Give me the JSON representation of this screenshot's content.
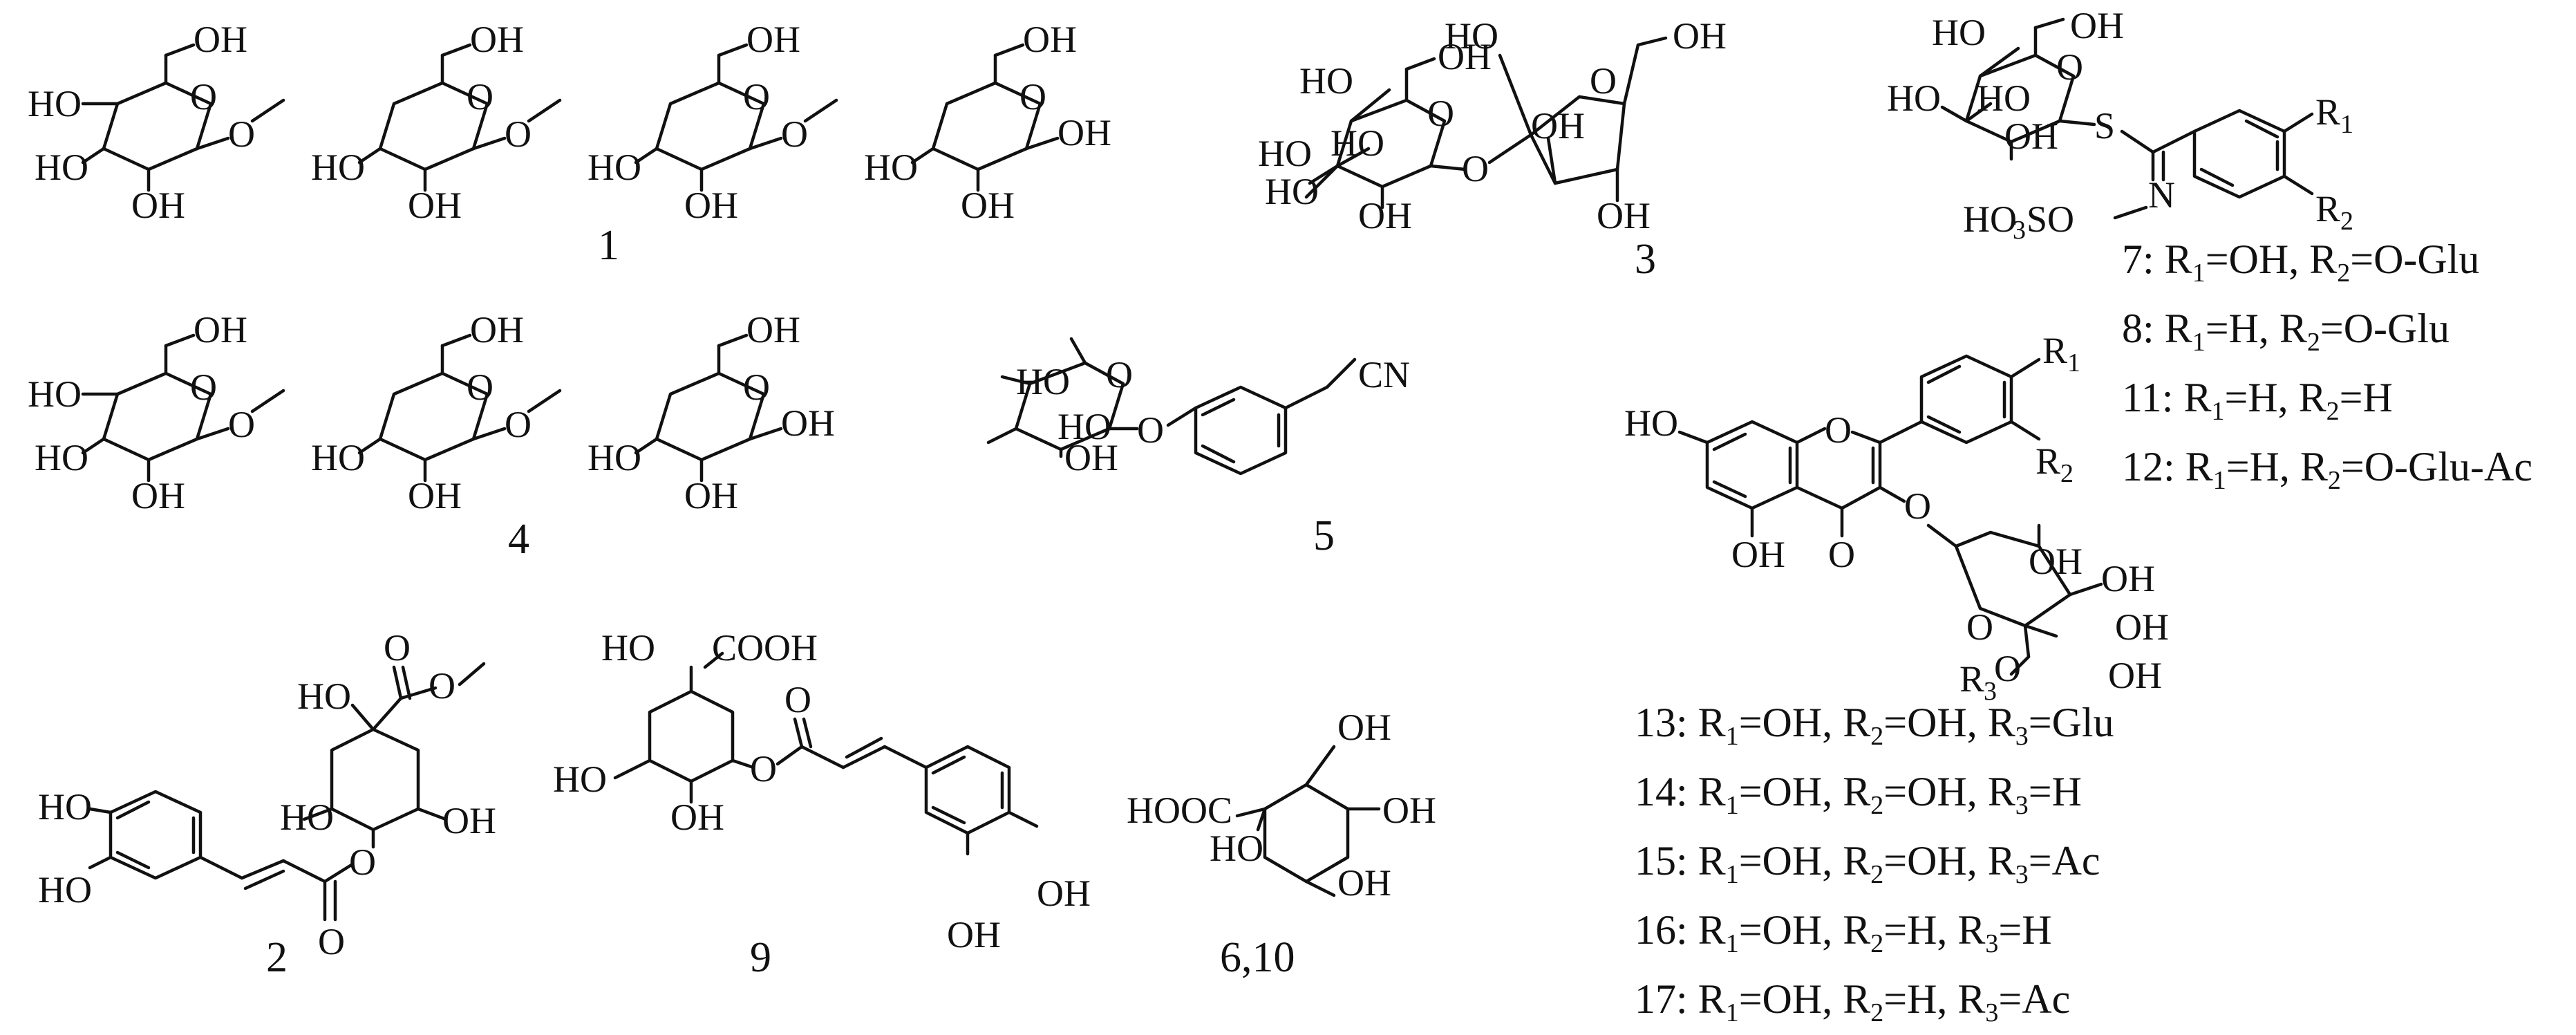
{
  "figure": {
    "compound_numbers": {
      "c1": "1",
      "c2": "2",
      "c3": "3",
      "c4": "4",
      "c5": "5",
      "c9": "9",
      "c6_10": "6,10"
    },
    "atom_labels": {
      "OH": "OH",
      "HO": "HO",
      "O": "O",
      "CN": "CN",
      "S": "S",
      "N": "N",
      "COOH": "COOH",
      "HOOC": "HOOC",
      "HO3SO_a": "HO",
      "HO3SO_b": "SO",
      "R1": "R",
      "R2": "R",
      "R3": "R"
    },
    "legend_a": [
      {
        "num": "7",
        "r1": "OH",
        "r2": "O-Glu"
      },
      {
        "num": "8",
        "r1": "H",
        "r2": "O-Glu"
      },
      {
        "num": "11",
        "r1": "H",
        "r2": "H"
      },
      {
        "num": "12",
        "r1": "H",
        "r2": "O-Glu-Ac"
      }
    ],
    "legend_b": [
      {
        "num": "13",
        "r1": "OH",
        "r2": "OH",
        "r3": "Glu"
      },
      {
        "num": "14",
        "r1": "OH",
        "r2": "OH",
        "r3": "H"
      },
      {
        "num": "15",
        "r1": "OH",
        "r2": "OH",
        "r3": "Ac"
      },
      {
        "num": "16",
        "r1": "OH",
        "r2": "H",
        "r3": "H"
      },
      {
        "num": "17",
        "r1": "OH",
        "r2": "H",
        "r3": "Ac"
      }
    ]
  }
}
